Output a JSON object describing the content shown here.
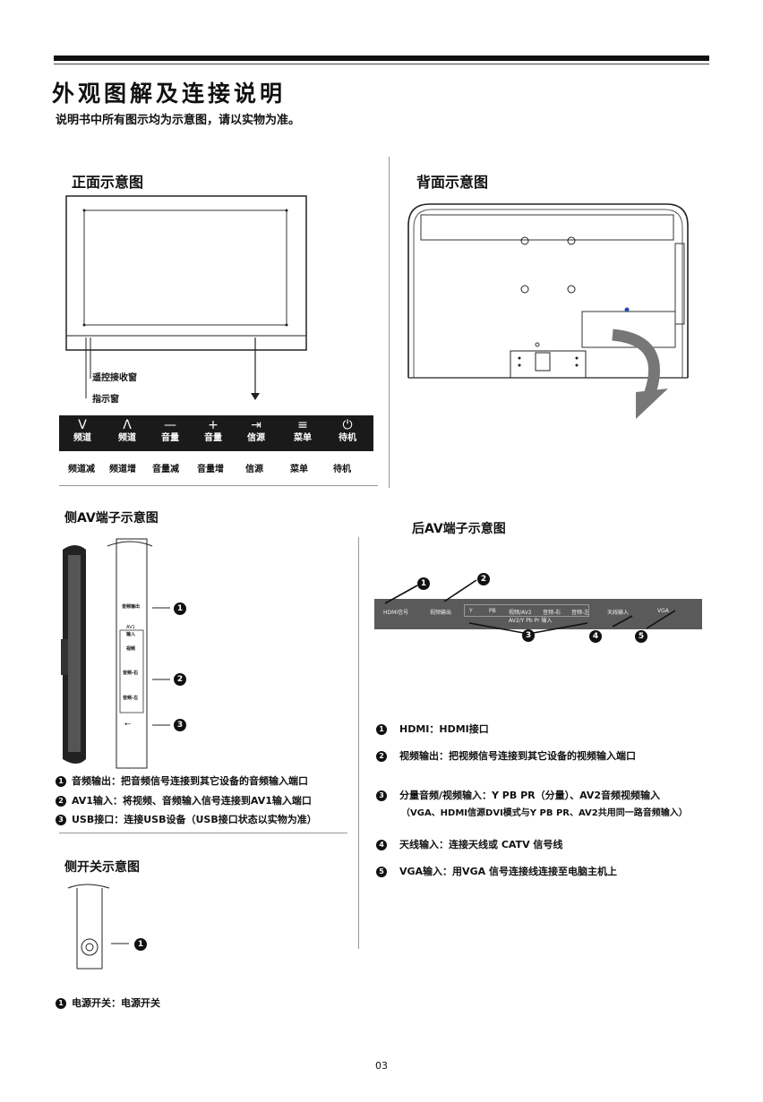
{
  "page": {
    "title": "外观图解及连接说明",
    "subtitle": "说明书中所有图示均为示意图，请以实物为准。",
    "page_number": "03"
  },
  "front": {
    "title": "正面示意图",
    "remote_label": "遥控接收窗",
    "indicator_label": "指示窗",
    "buttons": [
      {
        "icon": "V",
        "label": "频道"
      },
      {
        "icon": "Λ",
        "label": "频道"
      },
      {
        "icon": "—",
        "label": "音量"
      },
      {
        "icon": "+",
        "label": "音量"
      },
      {
        "icon": "⇥",
        "label": "信源"
      },
      {
        "icon": "≡",
        "label": "菜单"
      },
      {
        "icon": "⏻",
        "label": "待机"
      }
    ],
    "button_names": [
      "频道减",
      "频道增",
      "音量减",
      "音量增",
      "信源",
      "菜单",
      "待机"
    ]
  },
  "back": {
    "title": "背面示意图"
  },
  "side_av": {
    "title": "侧AV端子示意图",
    "panel_labels": {
      "audio_out": "音频输出",
      "av1": "AV1",
      "av1_in": "输入",
      "video": "视频",
      "audio_r": "音频-右",
      "audio_l": "音频-左"
    },
    "markers": [
      "1",
      "2",
      "3"
    ],
    "items": [
      {
        "num": "1",
        "text": "音频输出：把音频信号连接到其它设备的音频输入端口"
      },
      {
        "num": "2",
        "text": "AV1输入：将视频、音频输入信号连接到AV1输入端口"
      },
      {
        "num": "3",
        "text": "USB接口：连接USB设备（USB接口状态以实物为准）"
      }
    ]
  },
  "side_switch": {
    "title": "侧开关示意图",
    "marker": "1",
    "item": {
      "num": "1",
      "text": "电源开关：电源开关"
    }
  },
  "rear_av": {
    "title": "后AV端子示意图",
    "bar_labels": [
      "HDMI信号",
      "视频输出",
      "Y",
      "PB",
      "视频/AV2",
      "音频-右",
      "音频-左",
      "天线输入",
      "VGA"
    ],
    "sub_label": "AV2/Y Pb Pr 输入",
    "markers": [
      "1",
      "2",
      "3",
      "4",
      "5"
    ],
    "items": [
      {
        "num": "1",
        "text": "HDMI：HDMI接口"
      },
      {
        "num": "2",
        "text": "视频输出：把视频信号连接到其它设备的视频输入端口"
      },
      {
        "num": "3",
        "text": "分量音频/视频输入：Y PB PR（分量）、AV2音频视频输入",
        "text2": "（VGA、HDMI信源DVI模式与Y PB PR、AV2共用同一路音频输入）"
      },
      {
        "num": "4",
        "text": "天线输入：连接天线或 CATV 信号线"
      },
      {
        "num": "5",
        "text": "VGA输入：用VGA 信号连接线连接至电脑主机上"
      }
    ]
  }
}
